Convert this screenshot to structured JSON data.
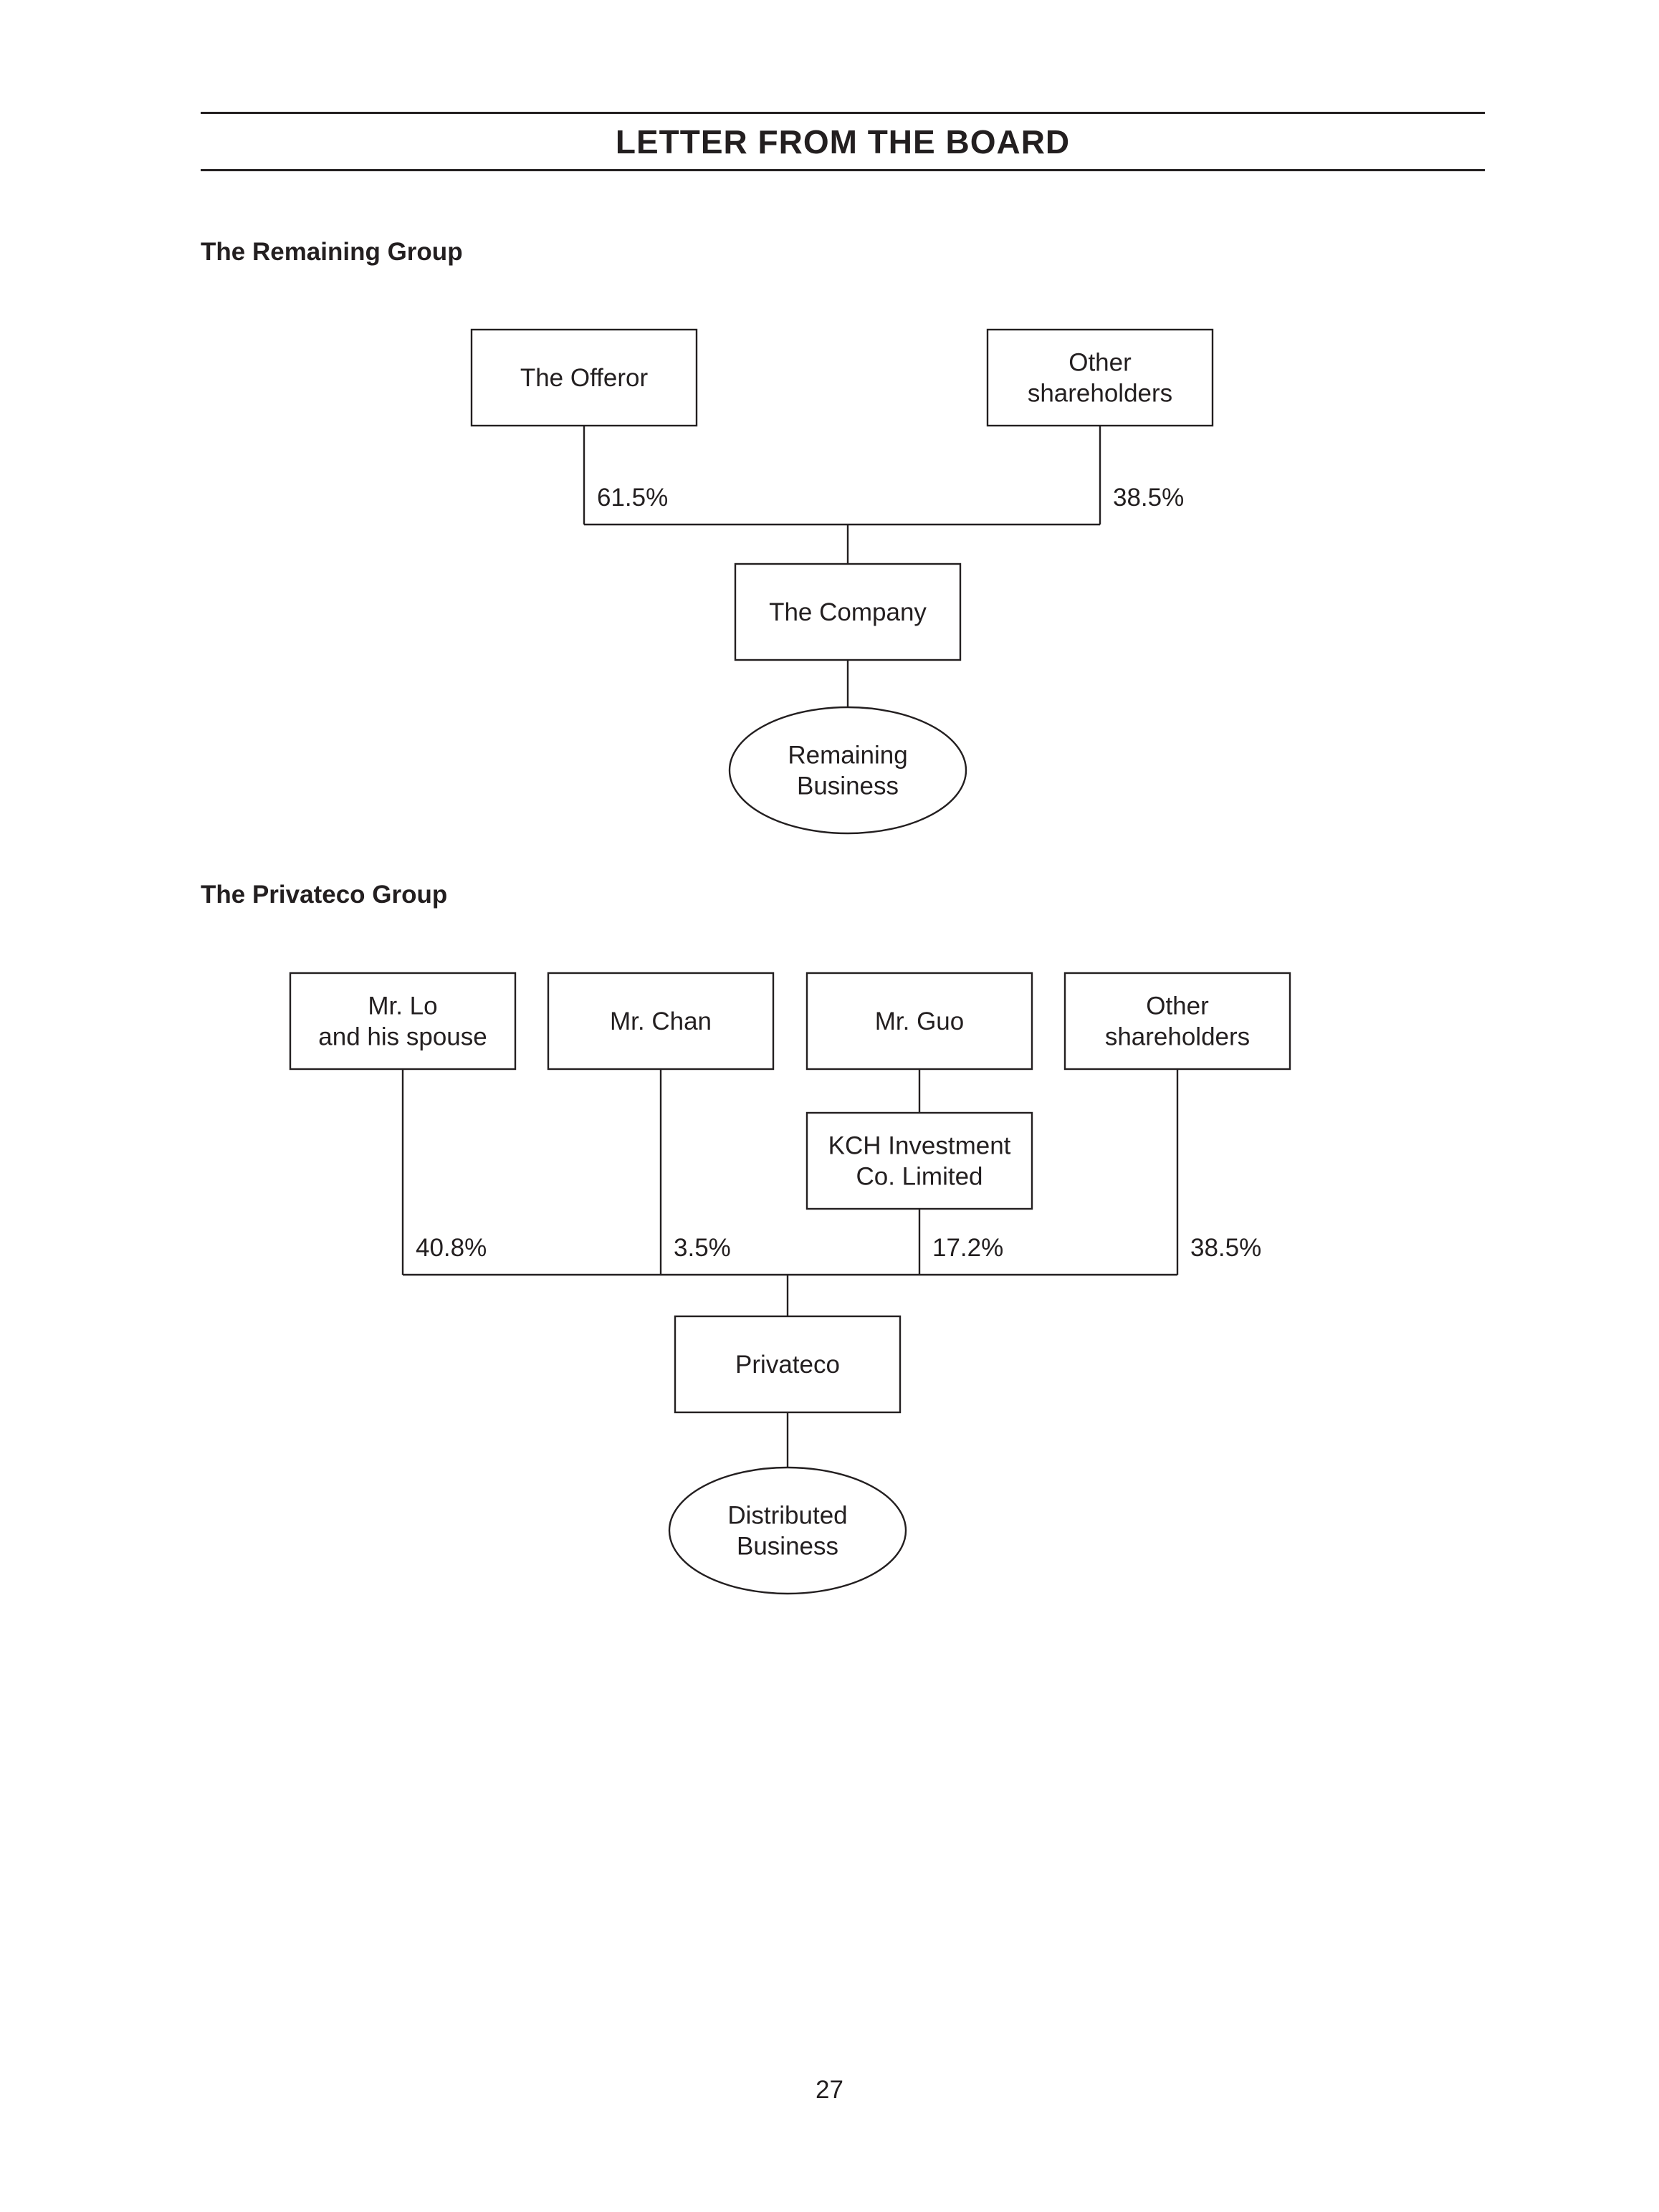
{
  "header": {
    "title": "LETTER FROM THE BOARD"
  },
  "sections": {
    "remaining_group_heading": "The Remaining Group",
    "privateco_group_heading": "The Privateco Group"
  },
  "remaining_group": {
    "nodes": [
      {
        "id": "offeror",
        "shape": "rect",
        "lines": [
          "The Offeror"
        ]
      },
      {
        "id": "other-shareholders-1",
        "shape": "rect",
        "lines": [
          "Other",
          "shareholders"
        ]
      },
      {
        "id": "company",
        "shape": "rect",
        "lines": [
          "The Company"
        ]
      },
      {
        "id": "remaining-business",
        "shape": "ellipse",
        "lines": [
          "Remaining",
          "Business"
        ]
      }
    ],
    "edges": [
      {
        "from": "offeror",
        "to": "company",
        "label": "61.5%"
      },
      {
        "from": "other-shareholders-1",
        "to": "company",
        "label": "38.5%"
      },
      {
        "from": "company",
        "to": "remaining-business",
        "label": ""
      }
    ]
  },
  "privateco_group": {
    "nodes": [
      {
        "id": "mr-lo",
        "shape": "rect",
        "lines": [
          "Mr. Lo",
          "and his spouse"
        ]
      },
      {
        "id": "mr-chan",
        "shape": "rect",
        "lines": [
          "Mr. Chan"
        ]
      },
      {
        "id": "mr-guo",
        "shape": "rect",
        "lines": [
          "Mr. Guo"
        ]
      },
      {
        "id": "other-shareholders-2",
        "shape": "rect",
        "lines": [
          "Other",
          "shareholders"
        ]
      },
      {
        "id": "kch",
        "shape": "rect",
        "lines": [
          "KCH Investment",
          "Co. Limited"
        ]
      },
      {
        "id": "privateco",
        "shape": "rect",
        "lines": [
          "Privateco"
        ]
      },
      {
        "id": "distributed-business",
        "shape": "ellipse",
        "lines": [
          "Distributed",
          "Business"
        ]
      }
    ],
    "edges": [
      {
        "from": "mr-guo",
        "to": "kch",
        "label": ""
      },
      {
        "from": "mr-lo",
        "to": "privateco",
        "label": "40.8%"
      },
      {
        "from": "mr-chan",
        "to": "privateco",
        "label": "3.5%"
      },
      {
        "from": "kch",
        "to": "privateco",
        "label": "17.2%"
      },
      {
        "from": "other-shareholders-2",
        "to": "privateco",
        "label": "38.5%"
      },
      {
        "from": "privateco",
        "to": "distributed-business",
        "label": ""
      }
    ]
  },
  "footer": {
    "page_number": "27"
  }
}
